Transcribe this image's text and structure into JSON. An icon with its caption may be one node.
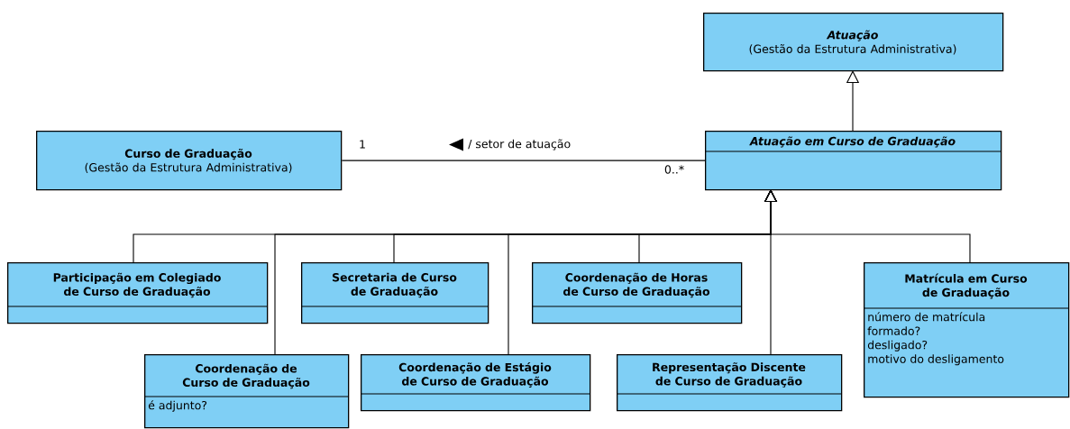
{
  "diagram": {
    "nodes": [
      {
        "text": [
          "Atuação",
          "(Gestão da Estrutura Administrativa)"
        ]
      },
      {
        "text": [
          "Curso de Graduação",
          "(Gestão da Estrutura Administrativa)"
        ]
      },
      {
        "text": [
          "Atuação em Curso de Graduação"
        ]
      },
      {
        "text": [
          "Participação em Colegiado de Curso de Graduação"
        ]
      },
      {
        "text": [
          "Secretaria de Curso de Graduação"
        ]
      },
      {
        "text": [
          "Coordenação de Horas de Curso de Graduação"
        ]
      },
      {
        "text": [
          "Matrícula em Curso de Graduação",
          "número de matrícula",
          "formado?",
          "desligado?",
          "motivo do desligamento"
        ]
      },
      {
        "text": [
          "Coordenação de Curso de Graduação",
          "é adjunto?"
        ]
      },
      {
        "text": [
          "Coordenação de Estágio de Curso de Graduação"
        ]
      },
      {
        "text": [
          "Representação Discente de Curso de Graduação"
        ]
      }
    ],
    "edges": [
      {
        "from": 2,
        "to": 0,
        "arrow": "to"
      },
      {
        "from": 1,
        "to": 2,
        "arrow": "none",
        "label": "/ setor de atuação"
      },
      {
        "from": 3,
        "to": 2,
        "arrow": "to"
      },
      {
        "from": 7,
        "to": 2,
        "arrow": "to"
      },
      {
        "from": 4,
        "to": 2,
        "arrow": "to"
      },
      {
        "from": 8,
        "to": 2,
        "arrow": "to"
      },
      {
        "from": 5,
        "to": 2,
        "arrow": "to"
      },
      {
        "from": 9,
        "to": 2,
        "arrow": "to"
      },
      {
        "from": 6,
        "to": 2,
        "arrow": "to"
      }
    ],
    "labels": [
      "1",
      "0..*"
    ]
  }
}
